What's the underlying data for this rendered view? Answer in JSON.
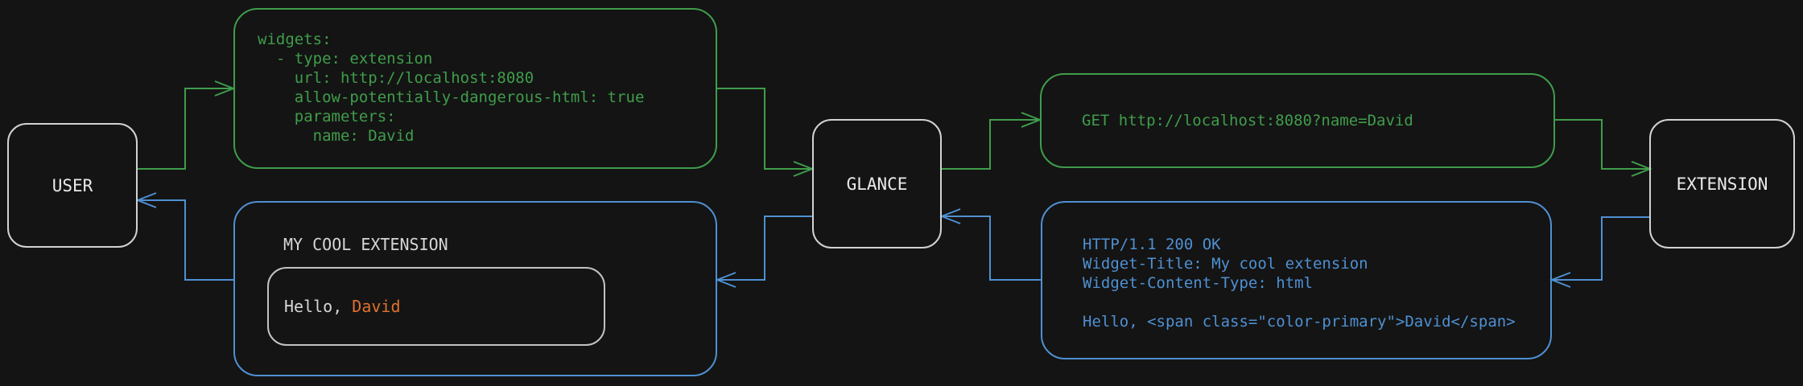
{
  "colors": {
    "background": "#141414",
    "green": "#3f9d4b",
    "blue": "#4f90d2",
    "orange": "#e0712d",
    "node_border": "#d2d2d2",
    "node_text": "#eaeaea",
    "muted_text": "#d6d6d6",
    "inner_border": "#c2c2c2"
  },
  "nodes": {
    "user": "USER",
    "glance": "GLANCE",
    "extension": "EXTENSION"
  },
  "config_box": {
    "lines": [
      "widgets:",
      "  - type: extension",
      "    url: http://localhost:8080",
      "    allow-potentially-dangerous-html: true",
      "    parameters:",
      "      name: David"
    ]
  },
  "request_box": {
    "text": "GET http://localhost:8080?name=David"
  },
  "response_box": {
    "lines": [
      "HTTP/1.1 200 OK",
      "Widget-Title: My cool extension",
      "Widget-Content-Type: html",
      "",
      "Hello, <span class=\"color-primary\">David</span>"
    ]
  },
  "widget_box": {
    "title": "MY COOL EXTENSION",
    "greeting_prefix": "Hello, ",
    "greeting_name": "David"
  }
}
